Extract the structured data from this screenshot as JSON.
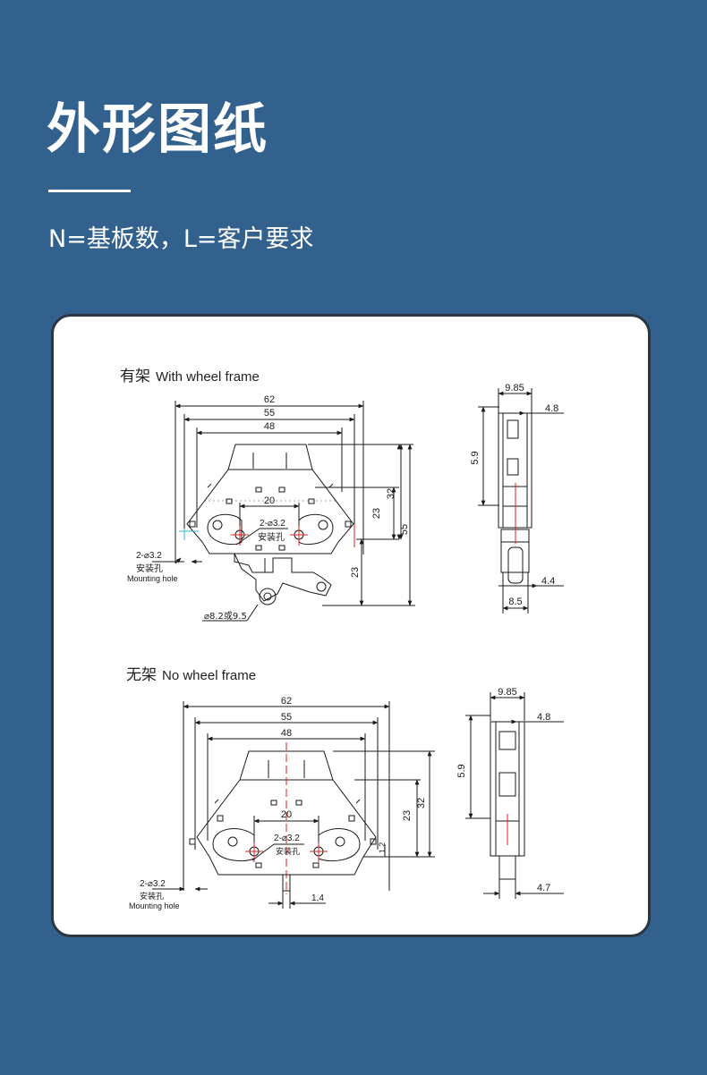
{
  "header": {
    "title": "外形图纸",
    "subtitle": "N=基板数，L=客户要求"
  },
  "with_frame": {
    "label_zh": "有架",
    "label_en": "With wheel frame",
    "dim_62": "62",
    "dim_55": "55",
    "dim_48": "48",
    "dim_20": "20",
    "hole_note": "2-⌀3.2",
    "hole_zh": "安装孔",
    "dim_23a": "23",
    "dim_32": "32",
    "dim_55v": "55",
    "dim_23b": "23",
    "mount_note": "2-⌀3.2",
    "mount_zh": "安装孔",
    "mount_en": "Mounting hole",
    "wheel_note": "⌀8.2或9.5",
    "side_985": "9.85",
    "side_48": "4.8",
    "side_59": "5.9",
    "side_44": "4.4",
    "side_85": "8.5"
  },
  "no_frame": {
    "label_zh": "无架",
    "label_en": "No wheel frame",
    "dim_62": "62",
    "dim_55": "55",
    "dim_48": "48",
    "dim_20": "20",
    "hole_note": "2-⌀3.2",
    "hole_zh": "安装孔",
    "dim_23": "23",
    "dim_32": "32",
    "dim_12": "1.2",
    "dim_14": "1,4",
    "mount_note": "2-⌀3.2",
    "mount_zh": "安装孔",
    "mount_en": "Mounting hole",
    "side_985": "9.85",
    "side_48": "4.8",
    "side_59": "5.9",
    "side_47": "4.7"
  },
  "colors": {
    "background": "#33618d",
    "card": "#ffffff",
    "line": "#1a1a1a",
    "centerline": "#e0201b",
    "hint": "#39b3d6"
  }
}
